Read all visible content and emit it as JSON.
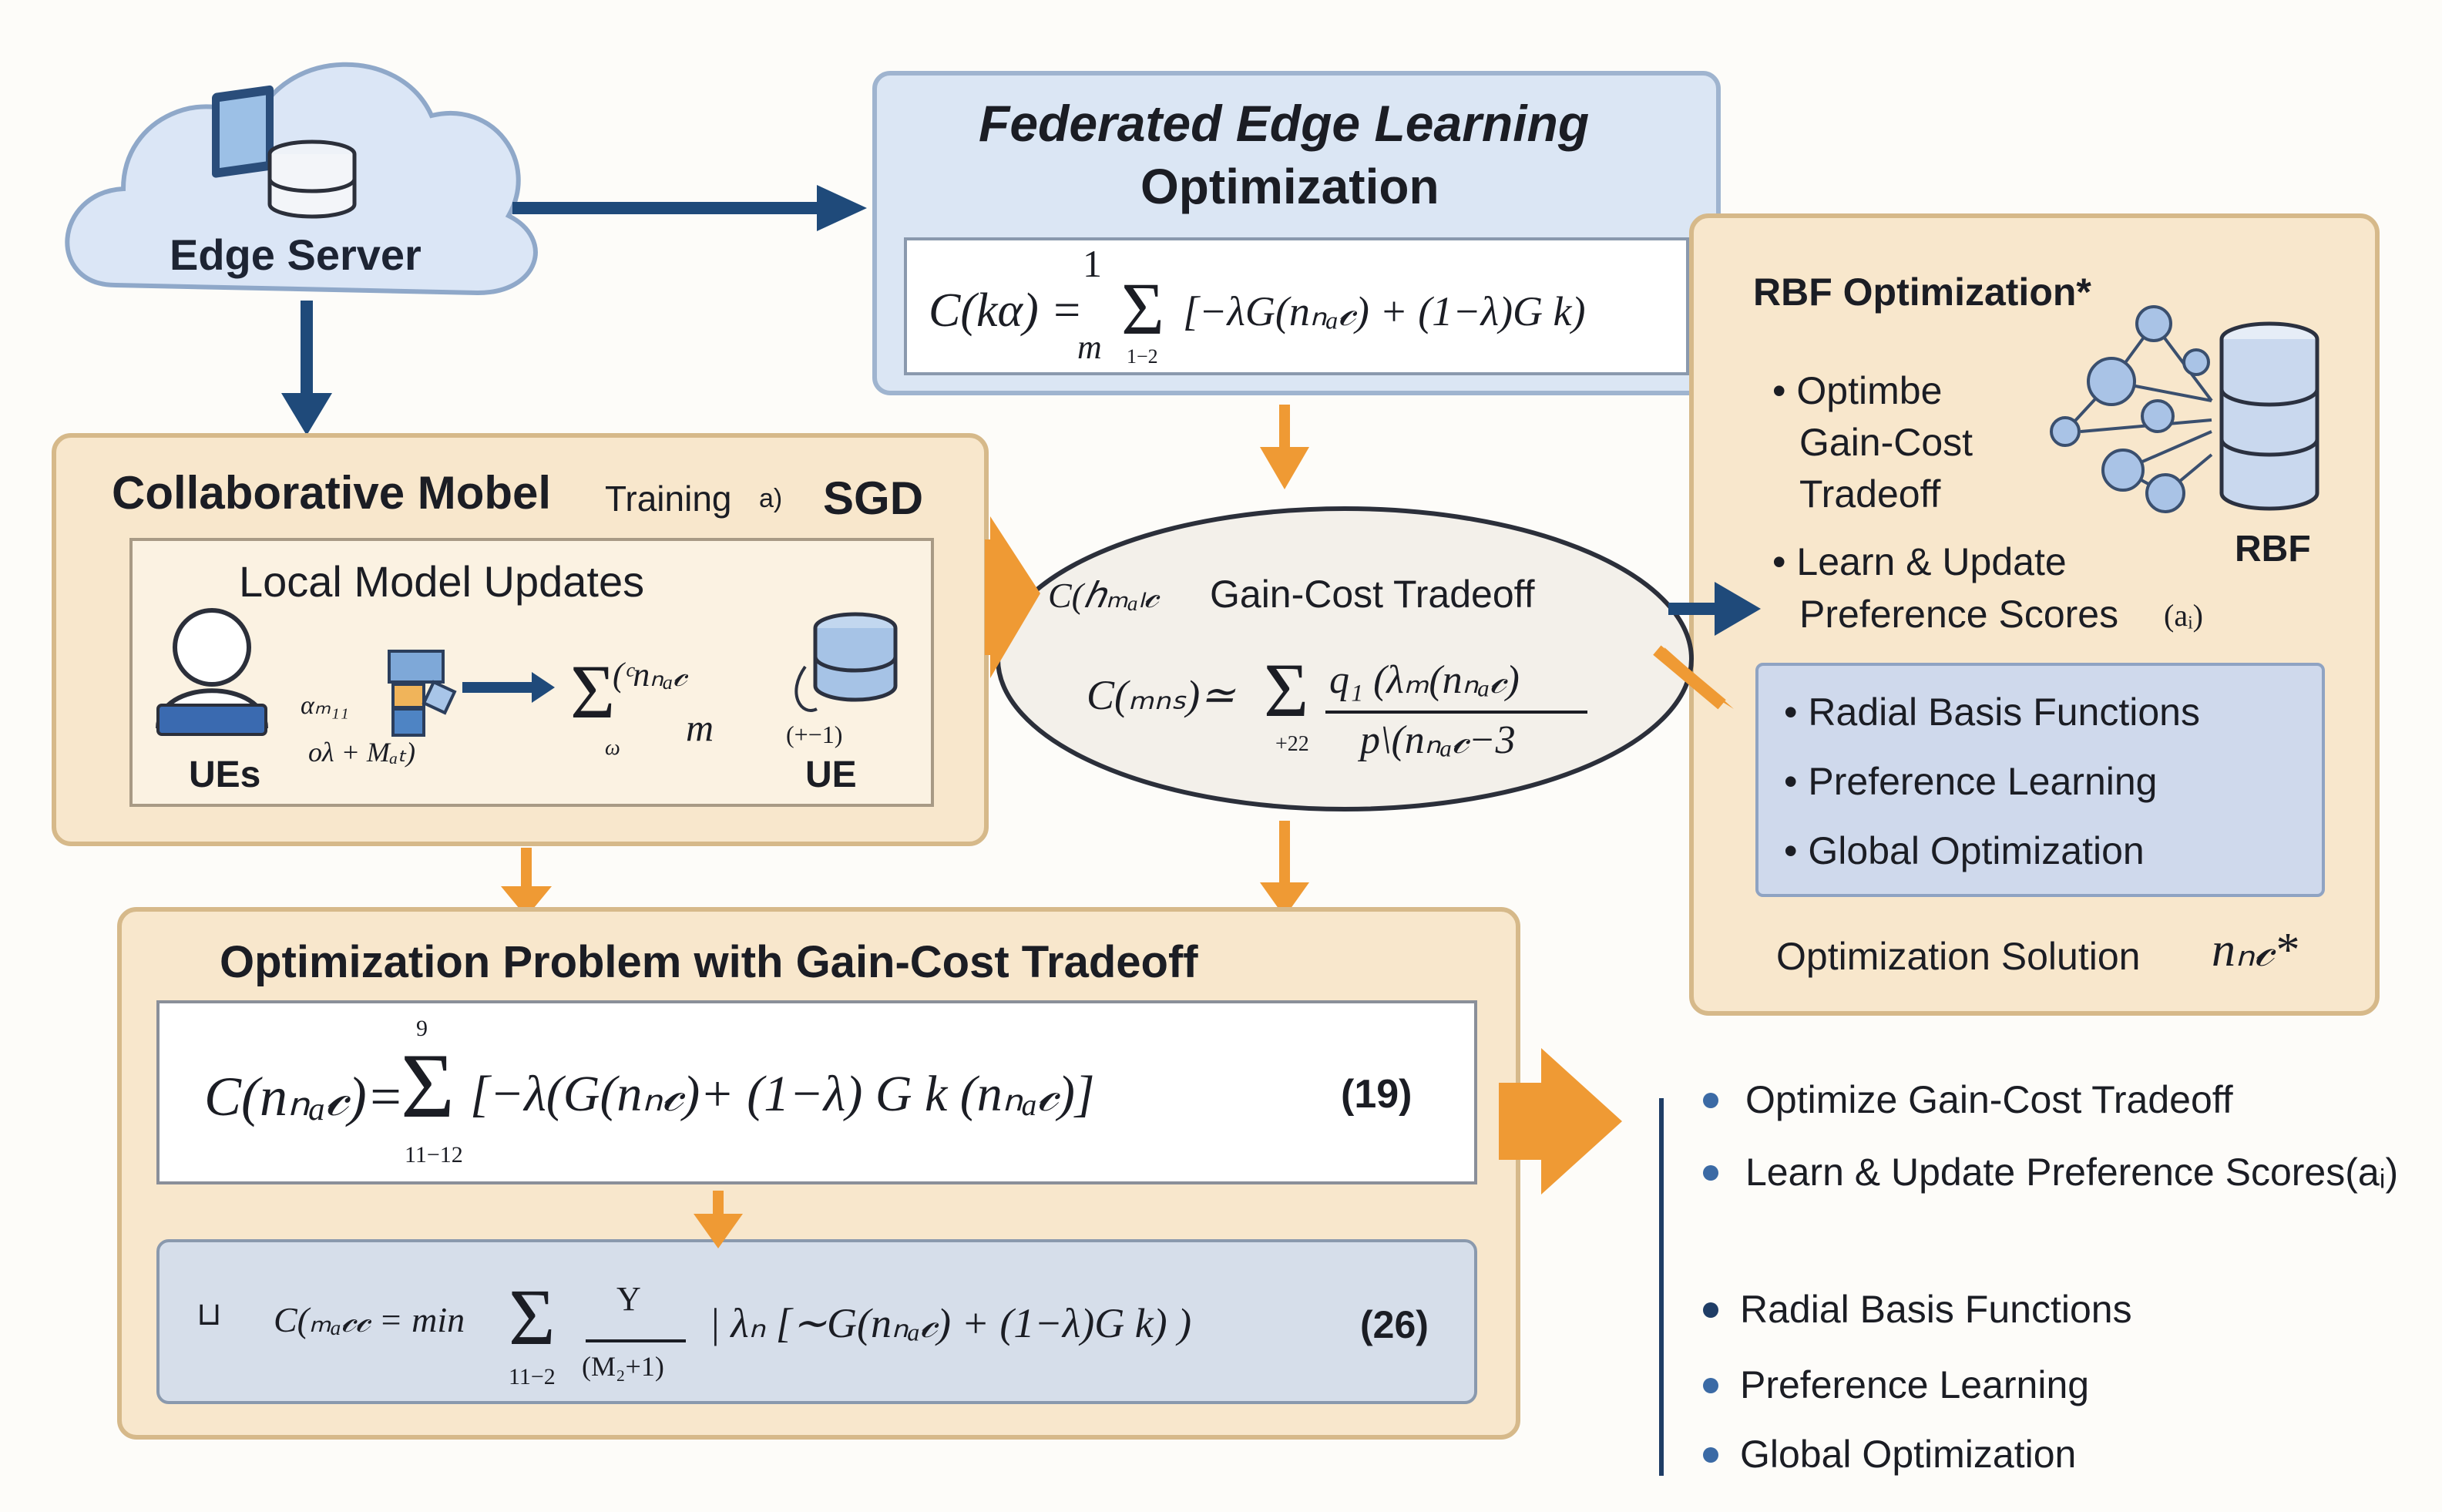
{
  "edge_server": {
    "label": "Edge Server"
  },
  "fel": {
    "title_line1": "Federated Edge Learning",
    "title_line2": "Optimization",
    "equation": "C(kα) = 1/m Σ [−λG(n) + (1−λ)G k]",
    "eq_lhs": "C(kα) =",
    "eq_frac_top": "1",
    "eq_frac_bot": "m",
    "eq_sigma": "Σ",
    "eq_sub": "1−2",
    "eq_body": "[−λG(nₙₐ𝒸) + (1−λ)G k)"
  },
  "collab": {
    "title_main": "Collaborative Mobel",
    "title_small": "Training",
    "title_tag": "a)",
    "title_sgd": "SGD",
    "local_title": "Local Model Updates",
    "ues_label": "UEs",
    "ue_label": "UE",
    "frac_label": "αₘ₁₁",
    "frac_sub": "oλ + Mₐₜ)",
    "sum_expr": "(ᶜnₙₐ𝒸",
    "sum_den": "m",
    "sum_sub": "ω",
    "ue_sub": "(+−1)"
  },
  "tradeoff": {
    "title": "Gain-Cost Tradeoff",
    "lhs_small": "C(ℎₘₐₗ𝒸",
    "eq_lhs": "C(ₘₙₛ)≃",
    "eq_num": "q₁ (λₘ(nₙₐ𝒸)",
    "eq_den": "p\\(nₙₐ𝒸−3",
    "eq_sub": "+22"
  },
  "rbf": {
    "title": "RBF Optimization*",
    "bullets": [
      "Optimbe",
      "Gain-Cost",
      "Tradeoff",
      "Learn & Update",
      "Preference Scores"
    ],
    "scores_sym": "(aᵢ)",
    "rbf_label": "RBF",
    "inner_bullets": [
      "Radial Basis Functions",
      "Preference Learning",
      "Global Optimization"
    ],
    "solution_label": "Optimization Solution",
    "solution_sym": "nₙ𝒸*"
  },
  "problem": {
    "title": "Optimization Problem with Gain-Cost Tradeoff",
    "eq1_lhs": "C(nₙₐ𝒸)=",
    "eq1_body": "[−λ(G(nₙ𝒸)+ (1−λ) G k (nₙₐ𝒸)]",
    "eq1_top": "9",
    "eq1_sub": "11−12",
    "eq1_num": "(19)",
    "eq2_lhs": "C(ₘₐ𝒸𝒸 = min",
    "eq2_frac_top": "Υ",
    "eq2_frac_bot": "(M₂+1)",
    "eq2_sub": "11−2",
    "eq2_body": "| λₙ [∼G(nₙₐ𝒸) + (1−λ)G k) )",
    "eq2_num": "(26)"
  },
  "side_list": {
    "items": [
      "Optimize Gain-Cost Tradeoff",
      "Learn & Update Preference Scores(aᵢ)",
      "Radial Basis Functions",
      "Preference Learning",
      "Global Optimization"
    ]
  },
  "colors": {
    "panel_blue": "#dbe6f4",
    "panel_border": "#9fb4cf",
    "peach": "#f8e7cc",
    "peach_border": "#d6b98a",
    "orange_arrow": "#ef9a34",
    "navy_arrow": "#1f4a7a",
    "inner_blue": "#cfd9ec"
  }
}
